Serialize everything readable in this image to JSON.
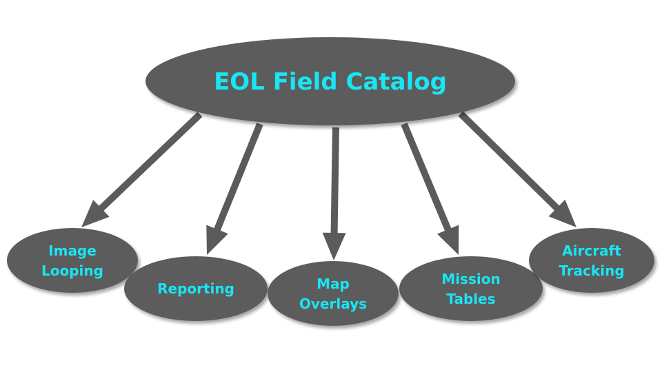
{
  "colors": {
    "node_fill": "#5b5b5b",
    "arrow": "#5b5b5b",
    "text": "#19e6f5",
    "background": "#ffffff"
  },
  "root": {
    "label": "EOL Field Catalog"
  },
  "children": [
    {
      "lines": [
        "Image",
        "Looping"
      ]
    },
    {
      "lines": [
        "Reporting"
      ]
    },
    {
      "lines": [
        "Map",
        "Overlays"
      ]
    },
    {
      "lines": [
        "Mission",
        "Tables"
      ]
    },
    {
      "lines": [
        "Aircraft",
        "Tracking"
      ]
    }
  ]
}
